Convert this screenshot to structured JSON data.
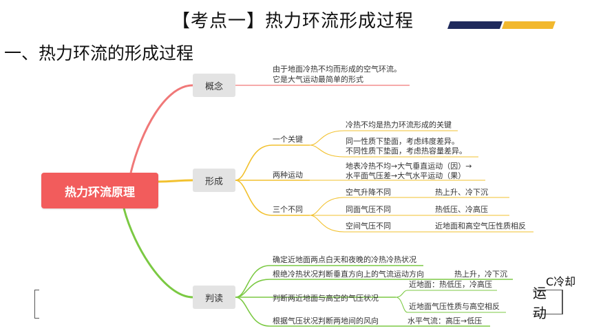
{
  "header": {
    "title": "【考点一】热力环流形成过程",
    "section": "一、热力环流的形成过程"
  },
  "mindmap": {
    "root": "热力环流原理",
    "branches": {
      "concept": {
        "label": "概念",
        "text1": "由于地面冷热不均而形成的空气环流。",
        "text2": "它是大气运动最简单的形式"
      },
      "formation": {
        "label": "形成",
        "key": {
          "label": "一个关键",
          "line1": "冷热不均是热力环流形成的关键",
          "line2a": "同一性质下垫面，考虑纬度差异。",
          "line2b": "不同性质下垫面，考虑热容量差异。"
        },
        "motion": {
          "label": "两种运动",
          "line1": "地表冷热不均→大气垂直运动（因）→",
          "line2": "水平面气压差→大气水平运动（果）"
        },
        "diff": {
          "label": "三个不同",
          "row1_left": "空气升降不同",
          "row1_right": "热上升、冷下沉",
          "row2_left": "同面气压不同",
          "row2_right": "热低压、冷高压",
          "row3_left": "空间气压不同",
          "row3_right": "近地面和高空气压性质相反"
        }
      },
      "judge": {
        "label": "判读",
        "item1": "确定近地面两点白天和夜晚的冷热冷热状况",
        "item2": "根绝冷热状况判断垂直方向上的气流运动方向",
        "item2_right": "热上升，冷下沉",
        "item3": "判断两近地面与高空的气压状况",
        "item3_sub1": "近地面：热低压，冷高压",
        "item3_sub2": "近地面气压性质与高空相反",
        "item4": "根据气压状况判断两地间的风向",
        "item4_right": "水平气流：高压→低压"
      }
    }
  },
  "overlay": {
    "cold_text": "C冷却",
    "motion_text": "运动"
  },
  "colors": {
    "root": "#f25c5c",
    "concept_line": "#f07878",
    "formation_line": "#f2c12e",
    "judge_line": "#7bc943",
    "navy_bar": "#1f2a5c",
    "gold_bar": "#f2b82e"
  }
}
